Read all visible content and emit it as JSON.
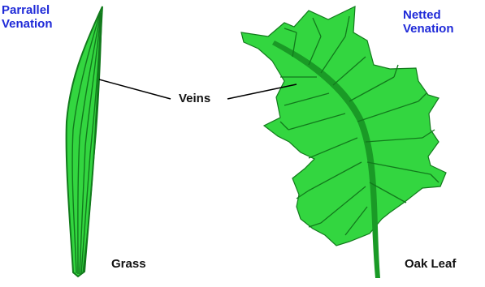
{
  "labels": {
    "parallel_line1": "Parrallel",
    "parallel_line2": "Venation",
    "netted_line1": "Netted",
    "netted_line2": "Venation",
    "veins": "Veins",
    "grass": "Grass",
    "oak_leaf": "Oak Leaf"
  },
  "colors": {
    "title_text": "#1f2ad8",
    "leaf_fill": "#33d640",
    "vein_stroke": "#127a1c",
    "midrib_fill": "#1a9a26",
    "pointer_line": "#000000"
  },
  "icons": {
    "grass_blade": "grass-blade-illustration",
    "oak_leaf": "oak-leaf-illustration"
  }
}
